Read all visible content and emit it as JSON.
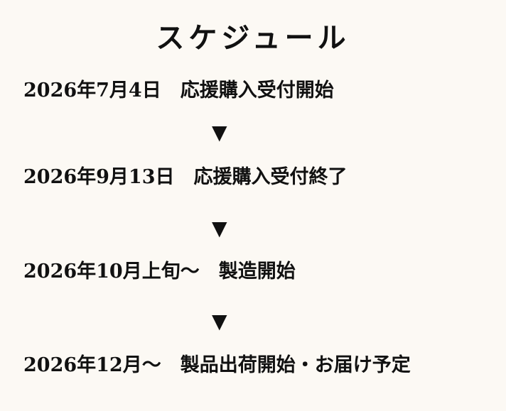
{
  "title": "スケジュール",
  "steps": [
    {
      "text": "2026年7月4日　応援購入受付開始"
    },
    {
      "text": "2026年9月13日　応援購入受付終了"
    },
    {
      "text": "2026年10月上旬～　製造開始"
    },
    {
      "text": "2026年12月～　製品出荷開始・お届け予定"
    }
  ],
  "arrow_glyph": "▼"
}
